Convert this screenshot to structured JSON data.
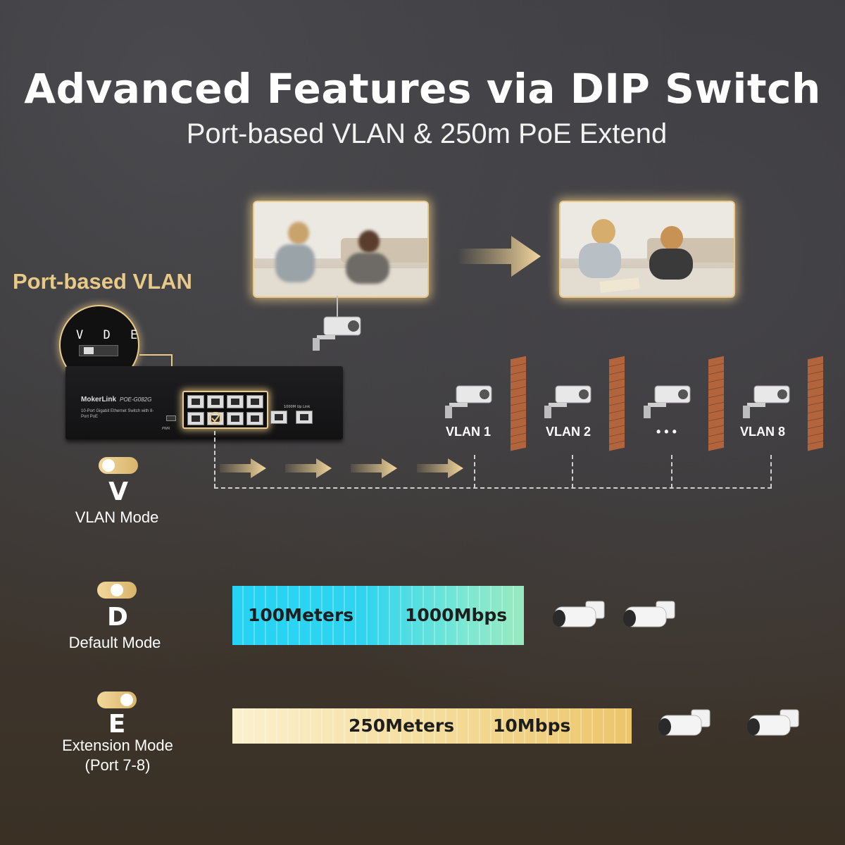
{
  "header": {
    "title": "Advanced Features via DIP Switch",
    "subtitle": "Port-based VLAN & 250m PoE Extend"
  },
  "vlan_section": {
    "heading": "Port-based VLAN",
    "dip_labels": "V D E",
    "vlans": [
      "VLAN 1",
      "VLAN 2",
      "• • •",
      "VLAN 8"
    ]
  },
  "switch": {
    "brand": "MokerLink",
    "model": "POE-G082G",
    "description": "10-Port Gigabit Ethernet Switch with 8-Port PoE",
    "power_label": "PWR",
    "uplink_label": "1000M Up Link"
  },
  "modes": [
    {
      "letter": "V",
      "name": "VLAN Mode"
    },
    {
      "letter": "D",
      "name": "Default Mode"
    },
    {
      "letter": "E",
      "name": "Extension Mode",
      "note": "(Port 7-8)"
    }
  ],
  "default_bar": {
    "distance": "100Meters",
    "speed": "1000Mbps"
  },
  "extension_bar": {
    "distance": "250Meters",
    "speed": "10Mbps"
  },
  "colors": {
    "accent": "#e9c988",
    "default_bar": "#25d3f4",
    "extension_bar": "#f4dd9c",
    "brick": "#b2643d"
  }
}
